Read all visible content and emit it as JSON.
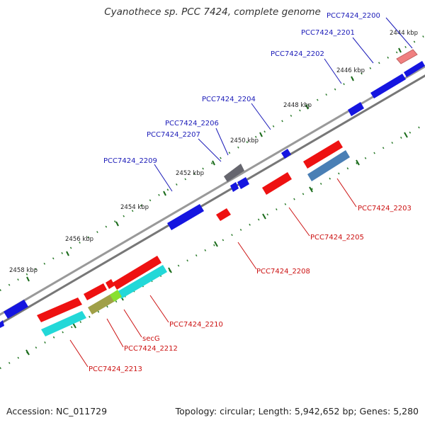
{
  "title": "Cyanothece sp. PCC 7424, complete genome",
  "footer": {
    "accession": "Accession: NC_011729",
    "summary": "Topology: circular; Length: 5,942,652 bp; Genes: 5,280"
  },
  "scale_labels": [
    "2444 kbp",
    "2446 kbp",
    "2448 kbp",
    "2450 kbp",
    "2452 kbp",
    "2454 kbp",
    "2456 kbp",
    "2458 kbp"
  ],
  "genes_top": [
    "PCC7424_2200",
    "PCC7424_2201",
    "PCC7424_2202",
    "PCC7424_2204",
    "PCC7424_2206",
    "PCC7424_2207",
    "PCC7424_2209"
  ],
  "genes_bottom": [
    "PCC7424_2203",
    "PCC7424_2205",
    "PCC7424_2208",
    "PCC7424_2210",
    "secG",
    "PCC7424_2212",
    "PCC7424_2213"
  ],
  "colors": {
    "forward_label": "#1a1ab8",
    "reverse_label": "#cc1111",
    "backbone": "#888888",
    "tick": "#1a6b1a"
  }
}
